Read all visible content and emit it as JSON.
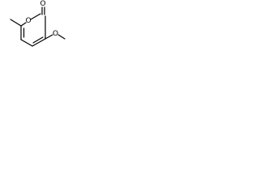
{
  "structure": {
    "atoms": {
      "carbonyl_oxygen": "O",
      "ring_oxygen": "O",
      "methoxy_oxygen": "O"
    }
  },
  "colors": {
    "bond": "#000000",
    "background": "#ffffff"
  }
}
